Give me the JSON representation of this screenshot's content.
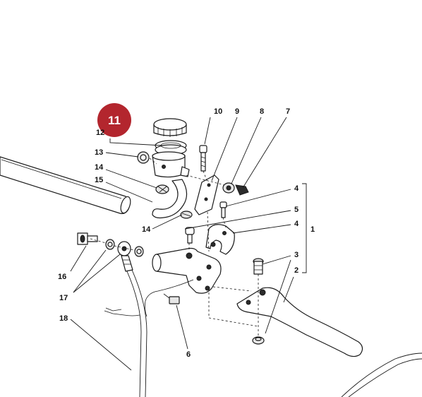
{
  "badge": {
    "number": "11",
    "color": "#b3262e"
  },
  "labels": {
    "l1": "1",
    "l2": "2",
    "l3": "3",
    "l4a": "4",
    "l4b": "4",
    "l5": "5",
    "l6": "6",
    "l7": "7",
    "l8": "8",
    "l9": "9",
    "l10": "10",
    "l12": "12",
    "l13": "13",
    "l14a": "14",
    "l14b": "14",
    "l15": "15",
    "l16": "16",
    "l17": "17",
    "l18": "18"
  },
  "colors": {
    "line": "#1a1a1a",
    "part_fill": "#e6e6e6",
    "dark": "#2b2b2b"
  }
}
